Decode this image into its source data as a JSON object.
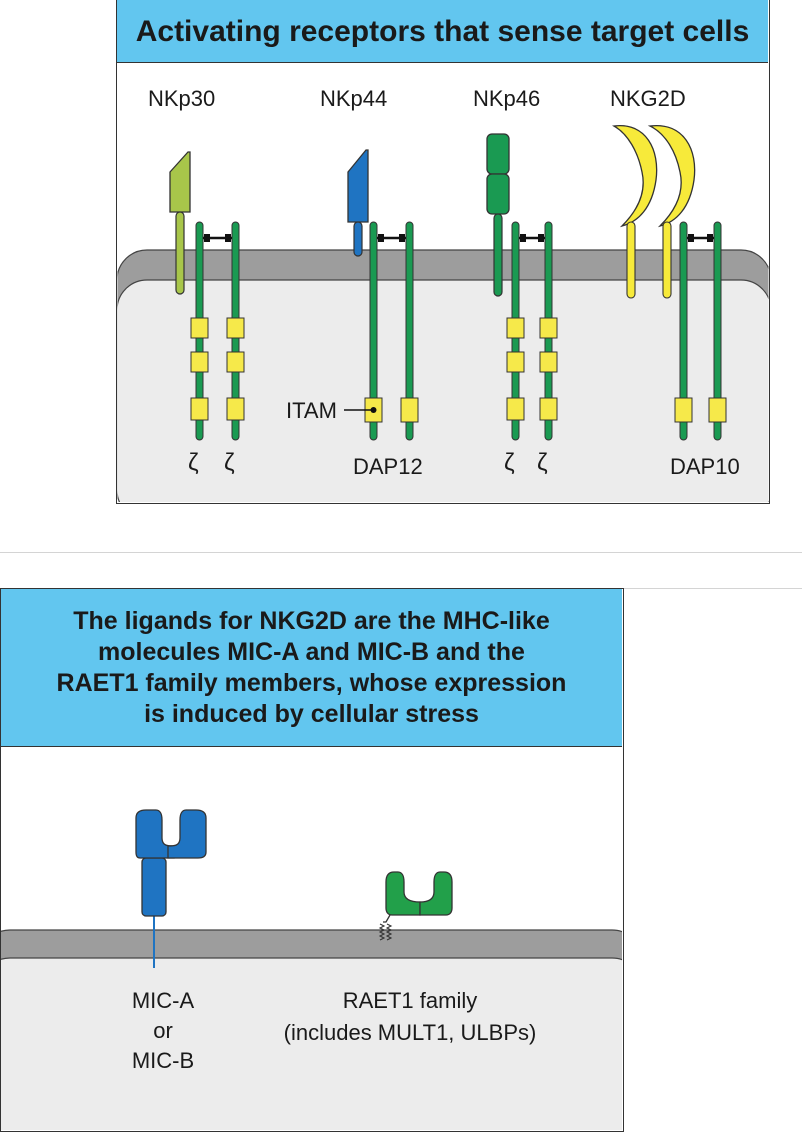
{
  "panel1": {
    "title": "Activating receptors that sense target cells",
    "receptors": [
      "NKp30",
      "NKp44",
      "NKp46",
      "NKG2D"
    ],
    "itam_label": "ITAM",
    "zeta": "ζ",
    "dap12": "DAP12",
    "dap10": "DAP10"
  },
  "panel2": {
    "title_lines": [
      "The ligands for NKG2D are the MHC-like",
      "molecules MIC-A and MIC-B and the",
      "RAET1 family members, whose expression",
      "is induced by cellular stress"
    ],
    "mic_label": [
      "MIC-A",
      "or",
      "MIC-B"
    ],
    "raet_label": [
      "RAET1 family",
      "(includes MULT1, ULBPs)"
    ]
  },
  "colors": {
    "banner": "#62c6ef",
    "membrane": "#9d9d9d",
    "cytoplasm": "#ececec",
    "chain_green": "#1a9a52",
    "itam_yellow": "#f6e94a",
    "nkp30_green": "#a8c64a",
    "nkp44_blue": "#1f74c2",
    "nkg2d_yellow": "#f7ea3a",
    "raet_green": "#22a04a"
  }
}
